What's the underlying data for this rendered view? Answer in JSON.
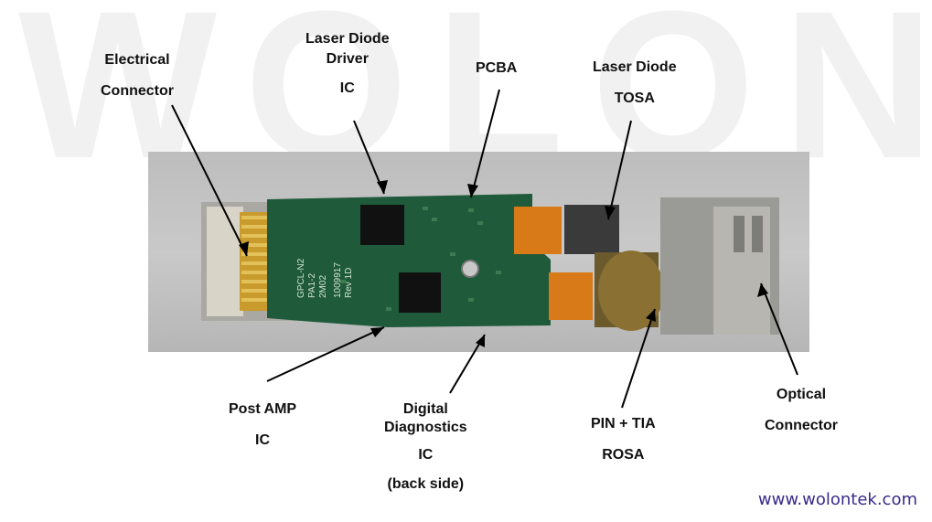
{
  "watermark": "WOLON",
  "labels": {
    "electrical_connector": [
      "Electrical",
      "Connector"
    ],
    "laser_diode_driver": [
      "Laser Diode",
      "Driver",
      "IC"
    ],
    "pcba": [
      "PCBA"
    ],
    "laser_diode_tosa": [
      "Laser Diode",
      "TOSA"
    ],
    "post_amp": [
      "Post AMP",
      "IC"
    ],
    "digital_diagnostics": [
      "Digital",
      "Diagnostics",
      "IC",
      "(back side)"
    ],
    "pin_tia_rosa": [
      "PIN + TIA",
      "ROSA"
    ],
    "optical_connector": [
      "Optical",
      "Connector"
    ]
  },
  "pcb_markings": [
    "GPCL-N2",
    "PA1-2",
    "2M02",
    "1009917",
    "Rev 1D"
  ],
  "footer": {
    "url": "www.wolontek.com"
  },
  "colors": {
    "pcb": "#1f5a3a",
    "gold": "#c89b2c",
    "flex": "#d97a18",
    "metal": "#9a9a96",
    "url": "#3a2a8a"
  }
}
